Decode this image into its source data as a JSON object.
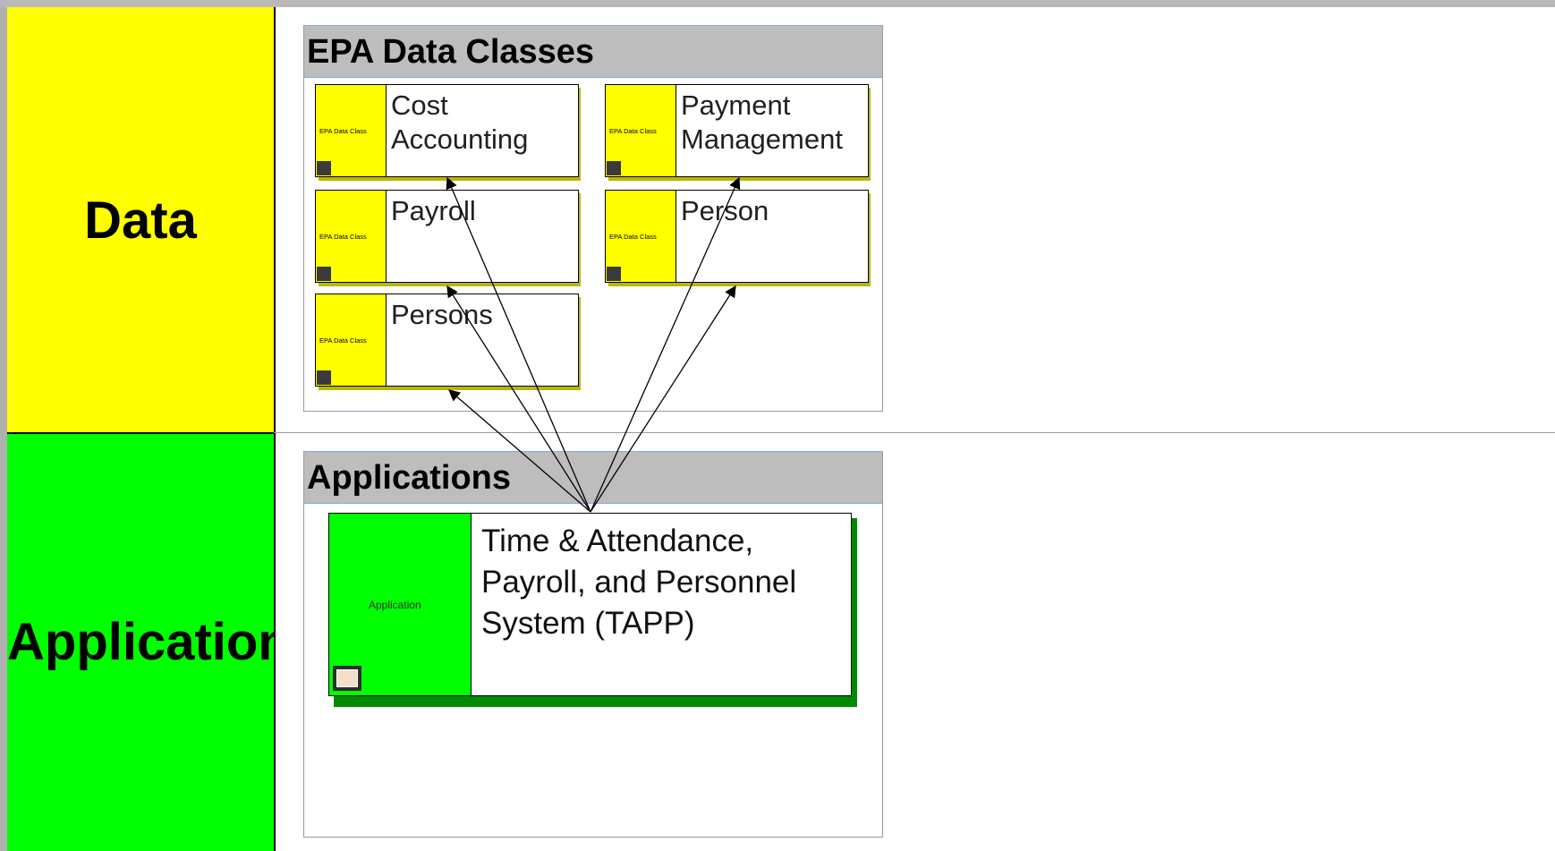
{
  "lanes": {
    "data": {
      "label": "Data",
      "color": "#ffff00"
    },
    "application": {
      "label": "Application",
      "color": "#00ff00"
    }
  },
  "groups": {
    "data_classes": {
      "title": "EPA Data Classes"
    },
    "applications": {
      "title": "Applications"
    }
  },
  "data_classes": [
    {
      "stereotype": "EPA Data Class",
      "title_lines": [
        "Cost",
        "Accounting"
      ]
    },
    {
      "stereotype": "EPA Data Class",
      "title_lines": [
        "Payment",
        "Management"
      ]
    },
    {
      "stereotype": "EPA Data Class",
      "title_lines": [
        "Payroll"
      ]
    },
    {
      "stereotype": "EPA Data Class",
      "title_lines": [
        "Person"
      ]
    },
    {
      "stereotype": "EPA Data Class",
      "title_lines": [
        "Persons"
      ]
    }
  ],
  "application": {
    "stereotype": "Application",
    "title_lines": [
      "Time & Attendance,",
      "Payroll, and Personnel",
      "System (TAPP)"
    ]
  },
  "relationships": [
    {
      "from": "application",
      "to": "Cost Accounting"
    },
    {
      "from": "application",
      "to": "Payment Management"
    },
    {
      "from": "application",
      "to": "Payroll"
    },
    {
      "from": "application",
      "to": "Person"
    },
    {
      "from": "application",
      "to": "Persons"
    }
  ],
  "colors": {
    "data_class_fill": "#ffff00",
    "application_fill": "#00ff00",
    "group_header": "#bdbdbd"
  }
}
